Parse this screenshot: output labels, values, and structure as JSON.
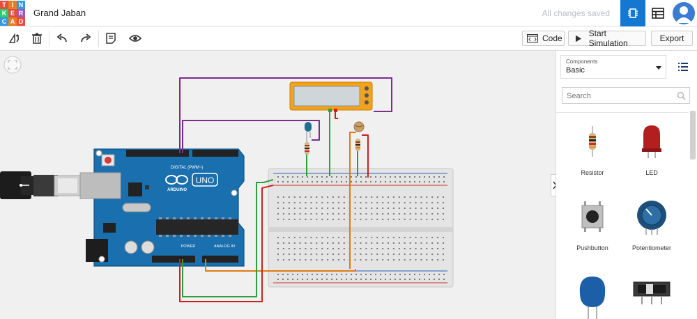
{
  "app": {
    "logo_letters": [
      "T",
      "I",
      "N",
      "K",
      "E",
      "R",
      "C",
      "A",
      "D"
    ],
    "logo_colors": [
      "#e74c3c",
      "#e67e22",
      "#3498db",
      "#2ecc71",
      "#e74c3c",
      "#9b59b6",
      "#3498db",
      "#e67e22",
      "#e74c3c"
    ],
    "project_title": "Grand Jaban",
    "save_status": "All changes saved"
  },
  "toolbar": {
    "code_label": "Code",
    "simulate_label": "Start Simulation",
    "export_label": "Export"
  },
  "panel": {
    "dropdown_caption": "Components",
    "dropdown_value": "Basic",
    "search_placeholder": "Search",
    "components": [
      {
        "name": "Resistor"
      },
      {
        "name": "LED"
      },
      {
        "name": "Pushbutton"
      },
      {
        "name": "Potentiometer"
      }
    ]
  },
  "board": {
    "brand": "ARDUINO",
    "model": "UNO",
    "digital_header": "DIGITAL (PWM~)",
    "power_header": "POWER",
    "analog_header": "ANALOG IN"
  },
  "colors": {
    "accent": "#1477d1",
    "wire_purple": "#7b2d8e",
    "wire_green": "#2e9e3e",
    "wire_red": "#cc1f1f",
    "wire_orange": "#e07b10",
    "board_blue": "#1a6fae"
  }
}
